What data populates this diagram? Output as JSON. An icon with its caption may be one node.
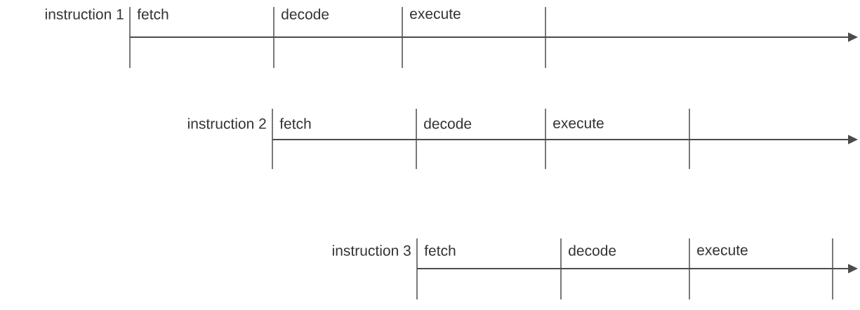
{
  "diagram": {
    "labels": [
      "instruction 1",
      "fetch",
      "decode",
      "execute",
      "instruction 2",
      "fetch",
      "decode",
      "execute",
      "instruction 3",
      "fetch",
      "decode",
      "execute"
    ]
  }
}
